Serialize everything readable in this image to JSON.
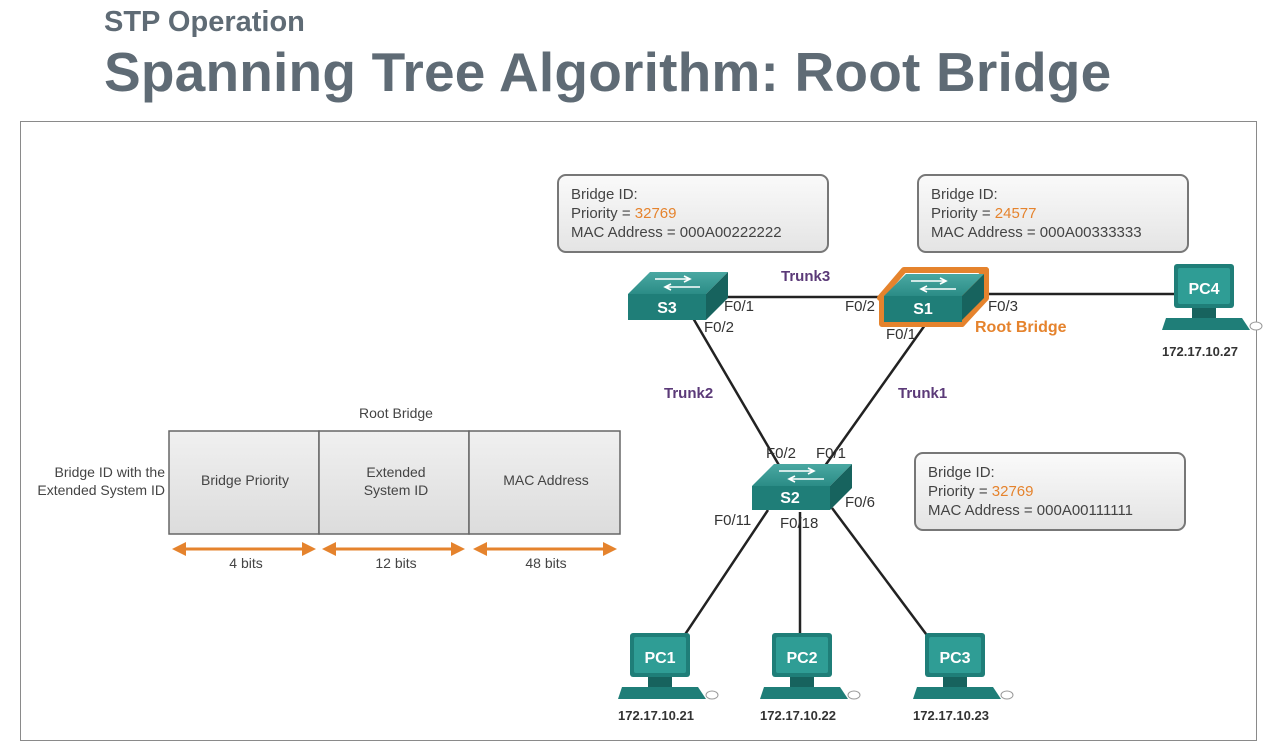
{
  "header": {
    "subtitle": "STP Operation",
    "title": "Spanning Tree Algorithm: Root Bridge"
  },
  "colors": {
    "accent": "#e5832d",
    "switch": "#1f7e78",
    "trunk_label": "#5b3a78",
    "title": "#5f6b75"
  },
  "bridge_boxes": {
    "s3": {
      "line1": "Bridge ID:",
      "priority_label": "Priority = ",
      "priority": "32769",
      "mac": "MAC Address = 000A00222222"
    },
    "s1": {
      "line1": "Bridge ID:",
      "priority_label": "Priority = ",
      "priority": "24577",
      "mac": "MAC Address = 000A00333333"
    },
    "s2": {
      "line1": "Bridge ID:",
      "priority_label": "Priority = ",
      "priority": "32769",
      "mac": "MAC Address = 000A00111111"
    }
  },
  "switches": {
    "s1": "S1",
    "s2": "S2",
    "s3": "S3"
  },
  "root_bridge_label": "Root Bridge",
  "trunks": {
    "t1": "Trunk1",
    "t2": "Trunk2",
    "t3": "Trunk3"
  },
  "ports": {
    "s3_f01": "F0/1",
    "s3_f02": "F0/2",
    "s1_f02": "F0/2",
    "s1_f01": "F0/1",
    "s1_f03": "F0/3",
    "s2_f02": "F0/2",
    "s2_f01": "F0/1",
    "s2_f06": "F0/6",
    "s2_f011": "F0/11",
    "s2_f018": "F0/18"
  },
  "pcs": {
    "pc1": {
      "name": "PC1",
      "ip": "172.17.10.21"
    },
    "pc2": {
      "name": "PC2",
      "ip": "172.17.10.22"
    },
    "pc3": {
      "name": "PC3",
      "ip": "172.17.10.23"
    },
    "pc4": {
      "name": "PC4",
      "ip": "172.17.10.27"
    }
  },
  "bridge_id_diagram": {
    "heading": "Root Bridge",
    "left_label_line1": "Bridge ID with the",
    "left_label_line2": "Extended System ID",
    "fields": [
      {
        "line1": "Bridge Priority",
        "line2": "",
        "bits": "4 bits"
      },
      {
        "line1": "Extended",
        "line2": "System ID",
        "bits": "12 bits"
      },
      {
        "line1": "MAC Address",
        "line2": "",
        "bits": "48 bits"
      }
    ]
  }
}
